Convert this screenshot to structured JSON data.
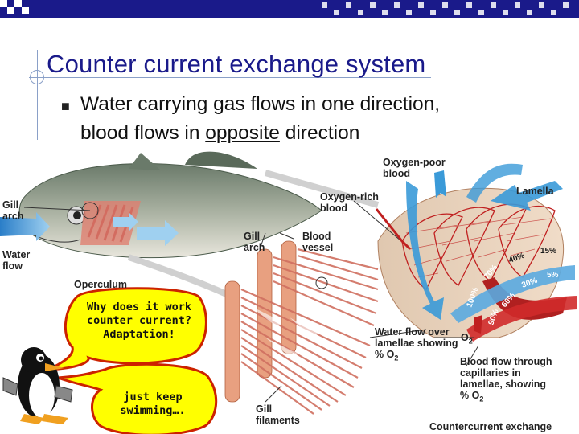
{
  "slide": {
    "title": "Counter current exchange system",
    "bullet_line1": "Water carrying gas flows in one direction,",
    "bullet_line2_pre": "blood flows in ",
    "bullet_line2_underlined": "opposite",
    "bullet_line2_post": " direction"
  },
  "diagram": {
    "gill_arch_left": "Gill arch",
    "water_flow_left": "Water flow",
    "operculum": "Operculum",
    "gill_arch_mid": "Gill arch",
    "blood_vessel": "Blood vessel",
    "oxygen_poor": "Oxygen-poor blood",
    "oxygen_rich": "Oxygen-rich blood",
    "lamella": "Lamella",
    "water_over_lamellae": "Water flow over lamellae showing % O",
    "blood_capillaries": "Blood flow through capillaries in lamellae, showing % O",
    "o2_label": "O",
    "gill_filaments": "Gill filaments",
    "caption": "Countercurrent exchange",
    "percent_water": [
      "15%",
      "40%",
      "70%",
      "100%"
    ],
    "percent_blood": [
      "5%",
      "30%",
      "60%",
      "90%"
    ]
  },
  "bubbles": {
    "question": "Why does it work counter current? Adaptation!",
    "q_line1": "Why does it work",
    "q_line2": "counter current?",
    "q_line3": "Adaptation!",
    "answer_line1": "just keep",
    "answer_line2": "swimming…."
  },
  "colors": {
    "top_bar": "#1a1a8a",
    "title": "#1a1a8a",
    "bubble_fill": "#ffff00",
    "bubble_stroke": "#cc2200",
    "water_arrow": "#3a9ad8",
    "blood_red": "#cc2a2a"
  }
}
